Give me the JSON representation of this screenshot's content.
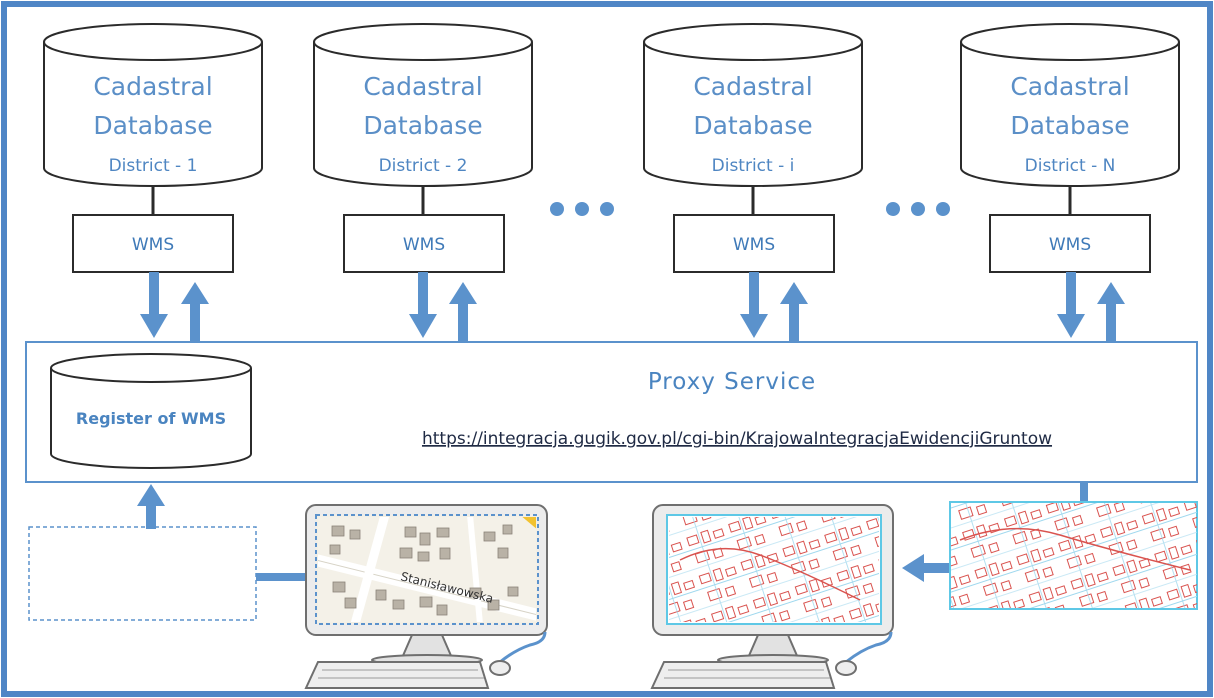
{
  "databases": [
    {
      "line1": "Cadastral",
      "line2": "Database",
      "line3": "District - 1"
    },
    {
      "line1": "Cadastral",
      "line2": "Database",
      "line3": "District - 2"
    },
    {
      "line1": "Cadastral",
      "line2": "Database",
      "line3": "District - i"
    },
    {
      "line1": "Cadastral",
      "line2": "Database",
      "line3": "District - N"
    }
  ],
  "wms_label": "WMS",
  "proxy": {
    "title": "Proxy Service",
    "url": "https://integracja.gugik.gov.pl/cgi-bin/KrajowaIntegracjaEwidencjiGruntow"
  },
  "register": {
    "label": "Register of WMS"
  },
  "map": {
    "street_name": "Stanisławowska"
  },
  "colors": {
    "primary_blue": "#5b92cc",
    "frame_blue": "#4f86c6",
    "text_blue": "#5b8fc7",
    "parcel_red": "#d9534f",
    "map_cyan": "#5ec8e6"
  }
}
